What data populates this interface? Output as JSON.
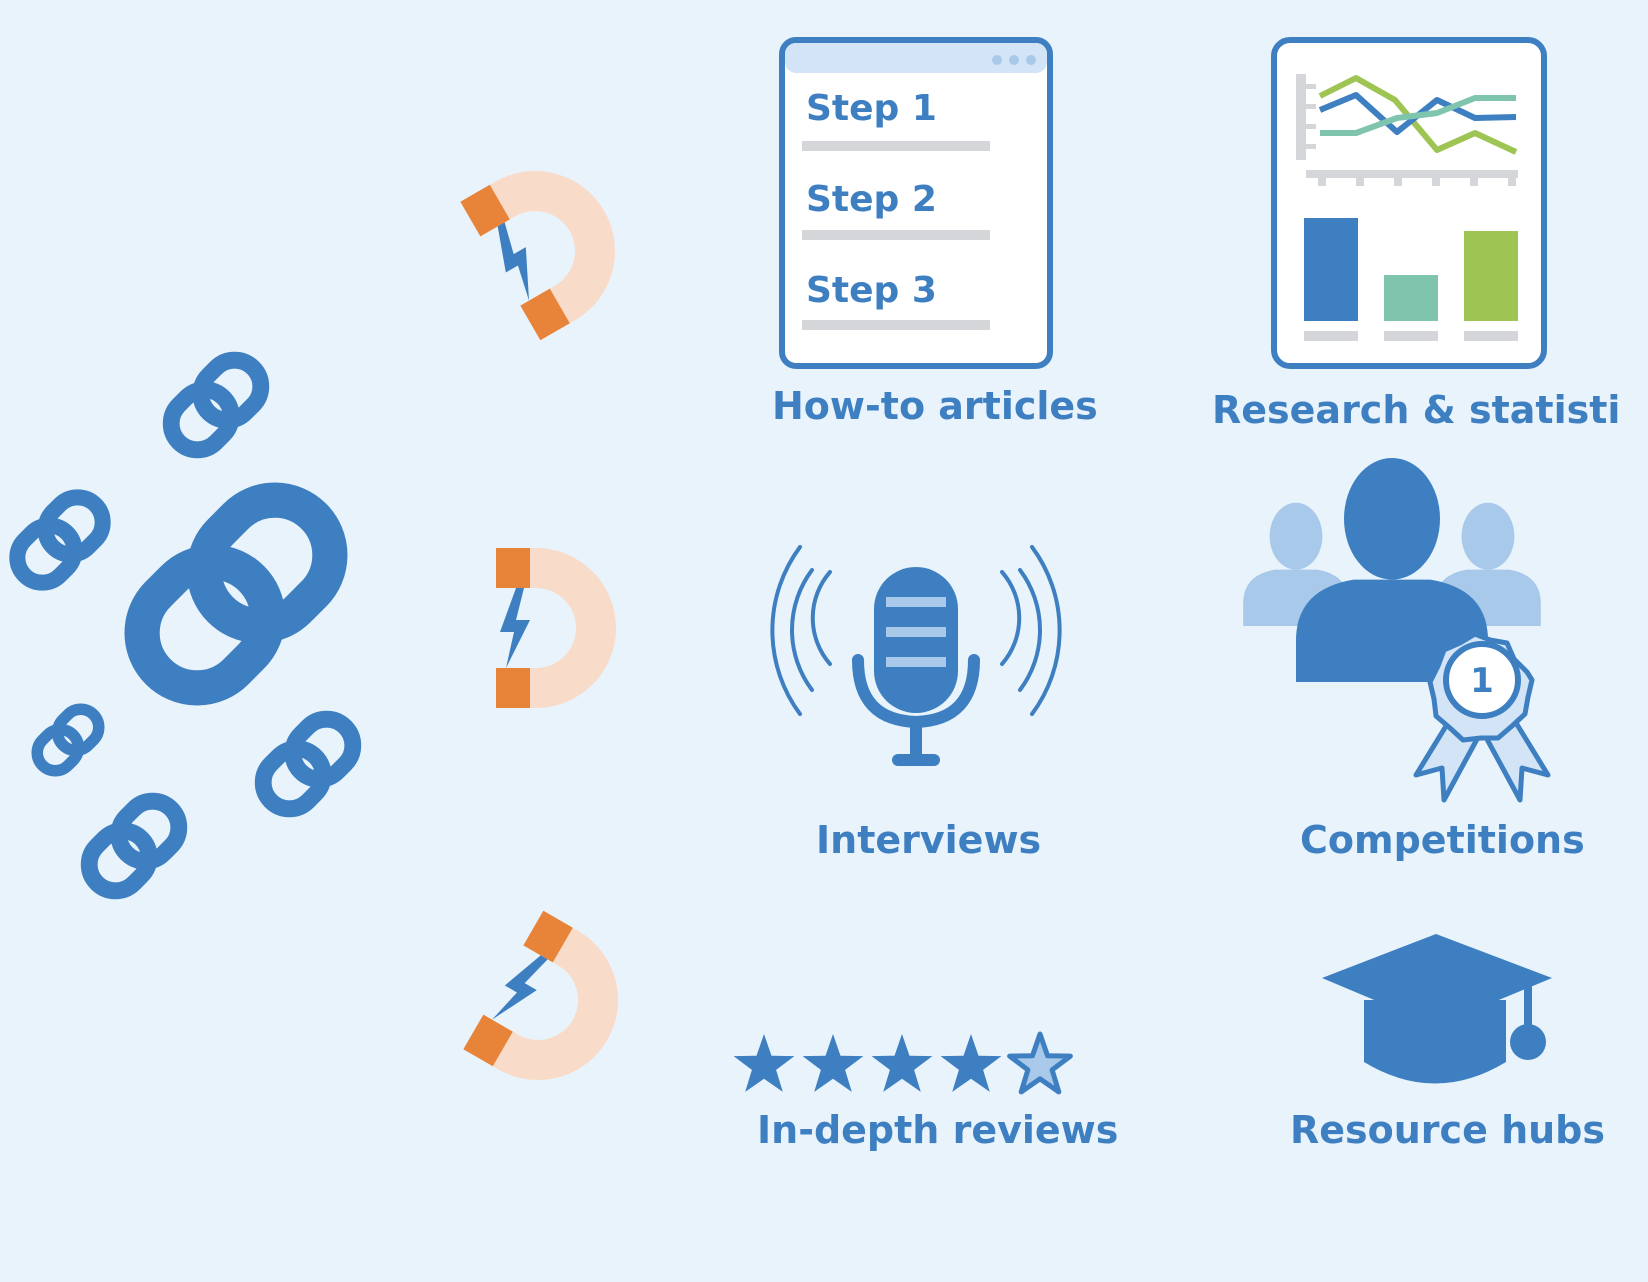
{
  "colors": {
    "background": "#e8f3fb",
    "primary_blue": "#3e7fc1",
    "light_blue": "#a9c9ea",
    "magnet_body": "#f8dcc9",
    "magnet_tip": "#e8843a",
    "gray_line": "#d4d6da",
    "chart_green": "#9ec453",
    "chart_teal": "#7fc5ae"
  },
  "icons": {
    "links": "chain-link-icon",
    "magnets": "horseshoe-magnet-icon",
    "howto": "browser-window-icon",
    "research": "chart-window-icon",
    "interviews": "microphone-icon",
    "competitions": "award-ribbon-icon",
    "reviews": "star-icon",
    "hubs": "graduation-cap-icon"
  },
  "howto": {
    "label": "How-to articles",
    "steps": [
      "Step 1",
      "Step 2",
      "Step 3"
    ]
  },
  "research": {
    "label": "Research & statisti"
  },
  "interviews": {
    "label": "Interviews"
  },
  "competitions": {
    "label": "Competitions",
    "badge_number": "1"
  },
  "reviews": {
    "label": "In-depth reviews",
    "rating": 4,
    "max_rating": 5
  },
  "hubs": {
    "label": "Resource hubs"
  }
}
